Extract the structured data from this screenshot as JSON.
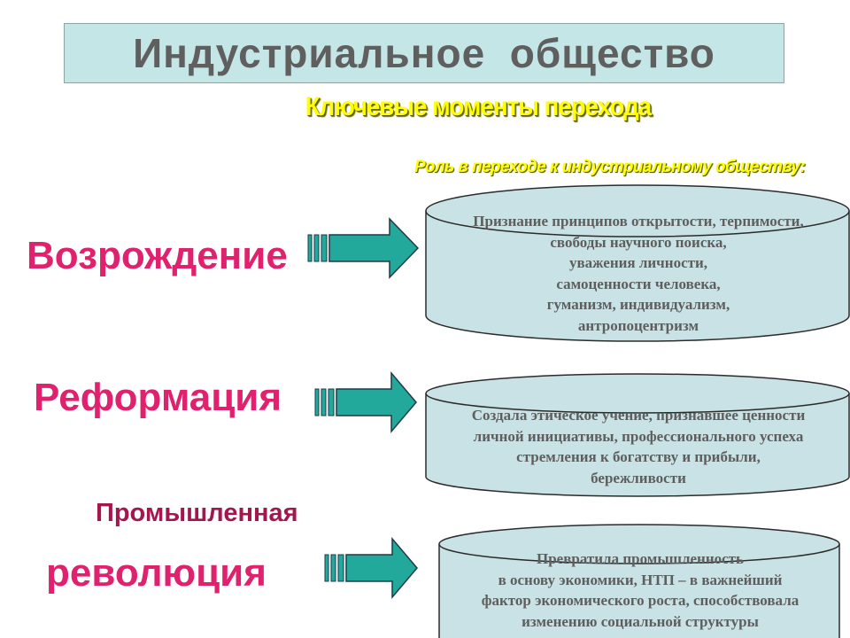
{
  "slide": {
    "title": "Индустриальное  общество",
    "subtitle": "Ключевые моменты перехода",
    "role_caption": "Роль в переходе к индустриальному обществу:"
  },
  "labels": {
    "renaissance": "Возрождение",
    "reformation": "Реформация",
    "industrial_line1": "Промышленная",
    "industrial_line2": "революция"
  },
  "cylinders": [
    {
      "lines": [
        "Признание принципов открытости, терпимости,",
        "свободы научного поиска,",
        "уважения личности,",
        "самоценности человека,",
        "гуманизм, индивидуализм,",
        "антропоцентризм"
      ]
    },
    {
      "lines": [
        "Создала этическое учение, признавшее ценности",
        "личной инициативы, профессионального успеха",
        "стремления к богатству и прибыли,",
        "бережливости"
      ]
    },
    {
      "lines": [
        "Превратила промышленность",
        "в основу экономики, НТП – в важнейший",
        "фактор экономического роста, способствовала",
        "изменению социальной структуры"
      ]
    }
  ],
  "colors": {
    "title_box": "#c4e6e6",
    "title_text": "#5f5f5f",
    "subtitle": "#ffff00",
    "label": "#e0226e",
    "label_dark": "#a5164e",
    "arrow": "#23a99b",
    "cylinder_fill": "#c9e2e6",
    "cylinder_text": "#5e5e5e"
  },
  "icons": [
    "striped-arrow-icon",
    "cylinder-shape"
  ]
}
